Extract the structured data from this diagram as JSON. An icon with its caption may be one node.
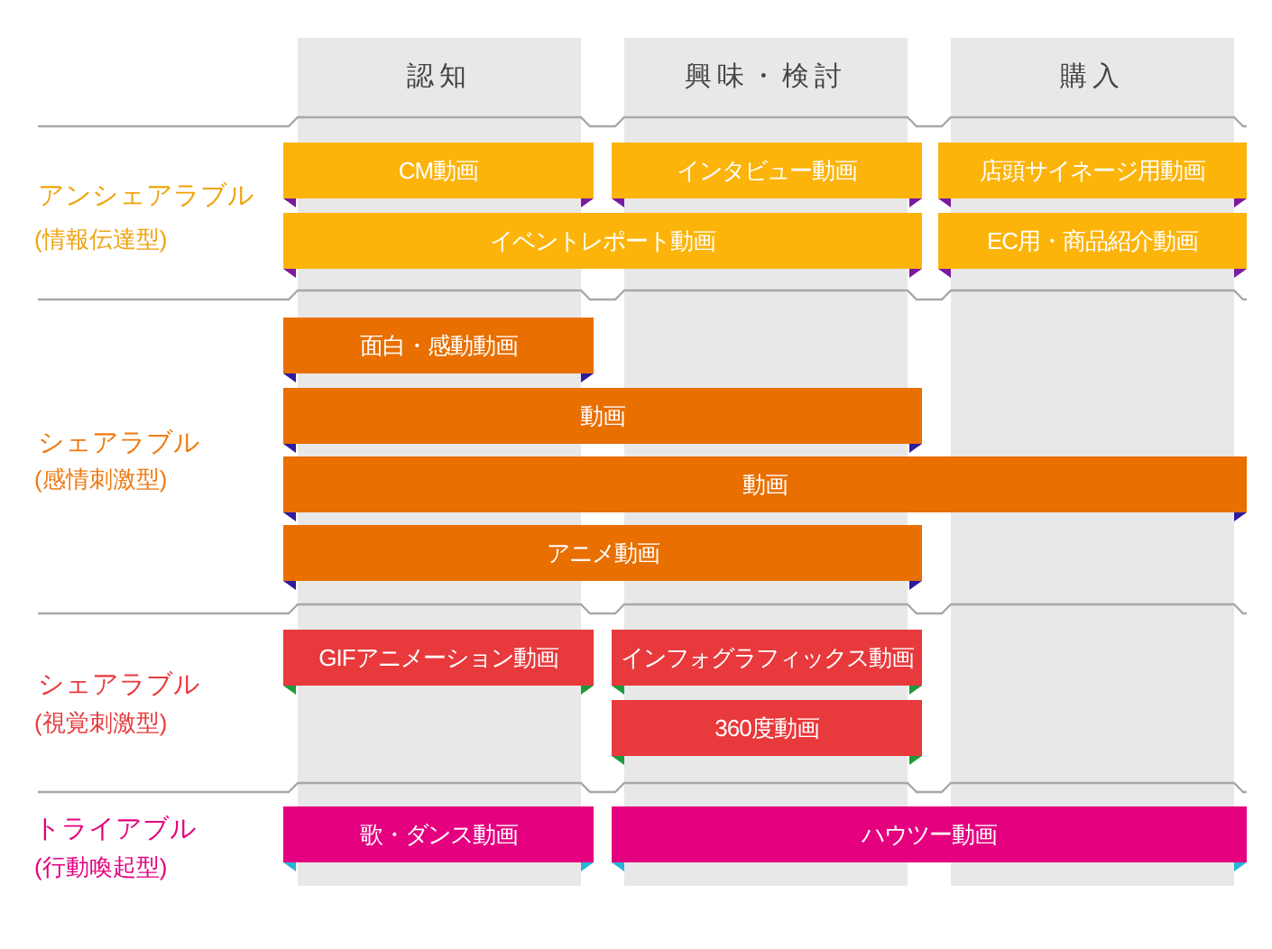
{
  "diagram": {
    "nodes": [
      {
        "text": [
          "認知"
        ]
      },
      {
        "text": [
          "興味・検討"
        ]
      },
      {
        "text": [
          "購入"
        ]
      },
      {
        "text": [
          "CM動画"
        ]
      },
      {
        "text": [
          "インタビュー動画"
        ]
      },
      {
        "text": [
          "店頭サイネージ用動画"
        ]
      },
      {
        "text": [
          "イベントレポート動画"
        ]
      },
      {
        "text": [
          "EC用・商品紹介動画"
        ]
      },
      {
        "text": [
          "面白・感動動画"
        ]
      },
      {
        "text": [
          "動画"
        ]
      },
      {
        "text": [
          "動画"
        ]
      },
      {
        "text": [
          "アニメ動画"
        ]
      },
      {
        "text": [
          "GIFアニメーション動画"
        ]
      },
      {
        "text": [
          "インフォグラフィックス動画"
        ]
      },
      {
        "text": [
          "360度動画"
        ]
      },
      {
        "text": [
          "歌・ダンス動画"
        ]
      },
      {
        "text": [
          "ハウツー動画"
        ]
      }
    ],
    "labels": [
      "アンシェアラブル",
      "(情報伝達型)",
      "シェアラブル",
      "(感情刺激型)",
      "シェアラブル",
      "(視覚刺激型)",
      "トライアブル",
      "(行動喚起型)"
    ]
  }
}
